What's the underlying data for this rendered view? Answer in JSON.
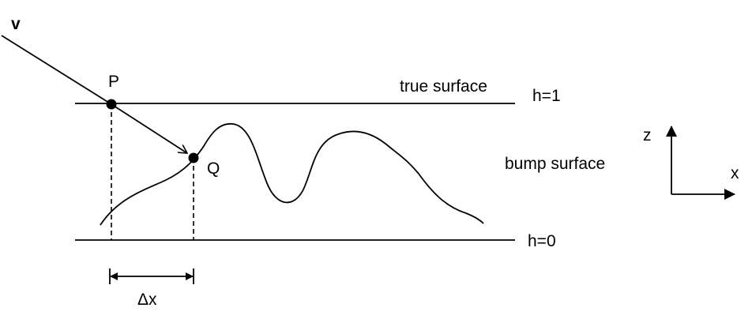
{
  "labels": {
    "v": "v",
    "p": "P",
    "q": "Q",
    "true_surface": "true surface",
    "h1": "h=1",
    "bump_surface": "bump surface",
    "h0": "h=0",
    "delta_x": "Δx",
    "axis_z": "z",
    "axis_x": "x"
  },
  "colors": {
    "stroke": "#000000",
    "background": "#ffffff"
  }
}
